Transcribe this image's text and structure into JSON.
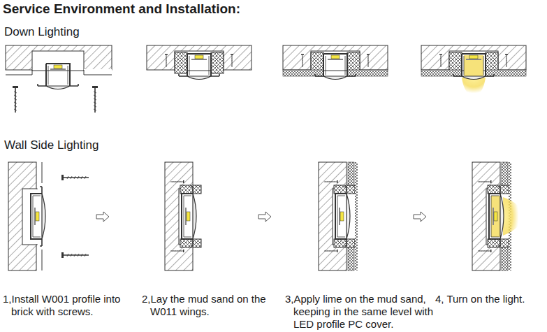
{
  "diagram": {
    "title": "Service Environment and Installation:",
    "labels": [
      "Down Lighting",
      "Wall Side Lighting",
      "1,Install W001 profile into brick with screws.",
      "2,Lay the mud sand on the W011 wings.",
      "3,Apply lime on the mud sand, keeping in the same level with LED profile PC cover.",
      "4, Turn on the light."
    ]
  }
}
